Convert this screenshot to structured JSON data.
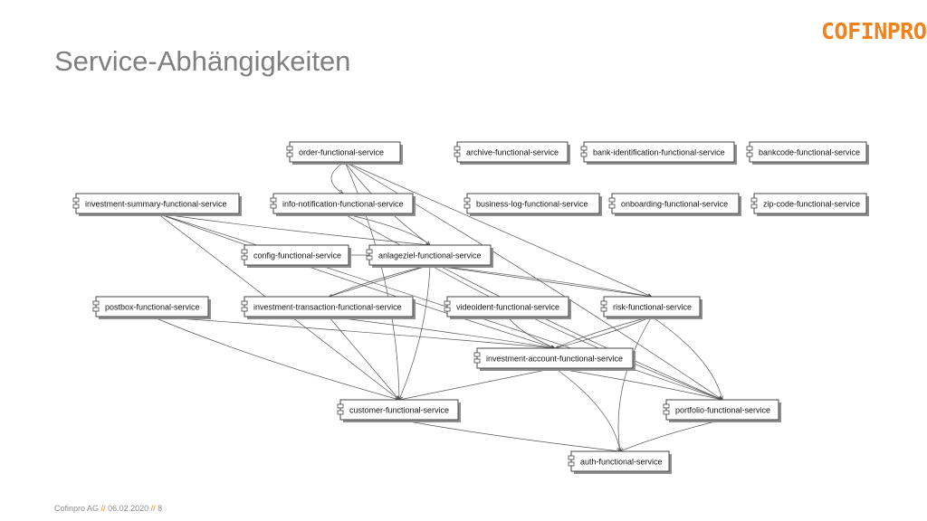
{
  "slide": {
    "title": "Service-Abhängigkeiten",
    "logo": "COFINPRO",
    "footer": {
      "company": "Cofinpro AG",
      "separator": "//",
      "date": "06.02.2020",
      "page": "8"
    }
  },
  "services": [
    "order-functional-service",
    "archive-functional-service",
    "bank-identification-functional-service",
    "bankcode-functional-service",
    "investment-summary-functional-service",
    "info-notification-functional-service",
    "business-log-functional-service",
    "onboarding-functional-service",
    "zip-code-functional-service",
    "config-functional-service",
    "anlageziel-functional-service",
    "postbox-functional-service",
    "investment-transaction-functional-service",
    "videoident-functional-service",
    "risk-functional-service",
    "investment-account-functional-service",
    "customer-functional-service",
    "portfolio-functional-service",
    "auth-functional-service"
  ],
  "dependencies": [
    [
      "order-functional-service",
      "info-notification-functional-service"
    ],
    [
      "order-functional-service",
      "anlageziel-functional-service"
    ],
    [
      "order-functional-service",
      "risk-functional-service"
    ],
    [
      "order-functional-service",
      "portfolio-functional-service"
    ],
    [
      "order-functional-service",
      "customer-functional-service"
    ],
    [
      "investment-summary-functional-service",
      "anlageziel-functional-service"
    ],
    [
      "investment-summary-functional-service",
      "investment-account-functional-service"
    ],
    [
      "investment-summary-functional-service",
      "customer-functional-service"
    ],
    [
      "investment-summary-functional-service",
      "portfolio-functional-service"
    ],
    [
      "info-notification-functional-service",
      "anlageziel-functional-service"
    ],
    [
      "info-notification-functional-service",
      "portfolio-functional-service"
    ],
    [
      "anlageziel-functional-service",
      "config-functional-service"
    ],
    [
      "anlageziel-functional-service",
      "investment-transaction-functional-service"
    ],
    [
      "anlageziel-functional-service",
      "customer-functional-service"
    ],
    [
      "anlageziel-functional-service",
      "risk-functional-service"
    ],
    [
      "anlageziel-functional-service",
      "portfolio-functional-service"
    ],
    [
      "investment-transaction-functional-service",
      "anlageziel-functional-service"
    ],
    [
      "investment-transaction-functional-service",
      "customer-functional-service"
    ],
    [
      "investment-transaction-functional-service",
      "investment-account-functional-service"
    ],
    [
      "postbox-functional-service",
      "investment-account-functional-service"
    ],
    [
      "postbox-functional-service",
      "customer-functional-service"
    ],
    [
      "videoident-functional-service",
      "investment-account-functional-service"
    ],
    [
      "risk-functional-service",
      "anlageziel-functional-service"
    ],
    [
      "risk-functional-service",
      "investment-account-functional-service"
    ],
    [
      "risk-functional-service",
      "portfolio-functional-service"
    ],
    [
      "risk-functional-service",
      "auth-functional-service"
    ],
    [
      "investment-account-functional-service",
      "risk-functional-service"
    ],
    [
      "investment-account-functional-service",
      "customer-functional-service"
    ],
    [
      "investment-account-functional-service",
      "portfolio-functional-service"
    ],
    [
      "investment-account-functional-service",
      "auth-functional-service"
    ],
    [
      "customer-functional-service",
      "auth-functional-service"
    ],
    [
      "portfolio-functional-service",
      "auth-functional-service"
    ]
  ]
}
